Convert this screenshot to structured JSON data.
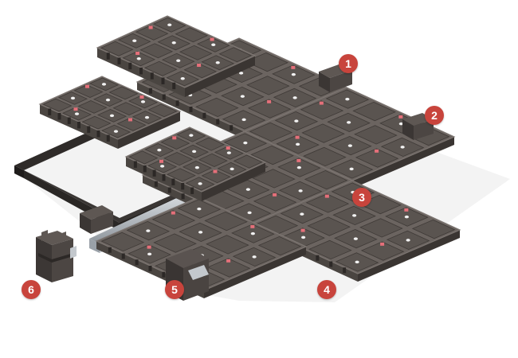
{
  "colors": {
    "tray_top": "#6b6460",
    "tray_side": "#4a4541",
    "rib": "#3f3a37",
    "cell": "#5a5450",
    "hole": "#f2f2f2",
    "pink_marker": "#e5707a",
    "frame": "#3a3634",
    "rail": "#b9bec4",
    "badge": "#c8443c"
  },
  "icons": {
    "trays": "ground-grid-tray",
    "frame": "edge-frame-rail",
    "connector": "connector-block"
  },
  "callouts": [
    "1",
    "2",
    "3",
    "4",
    "5",
    "6"
  ]
}
